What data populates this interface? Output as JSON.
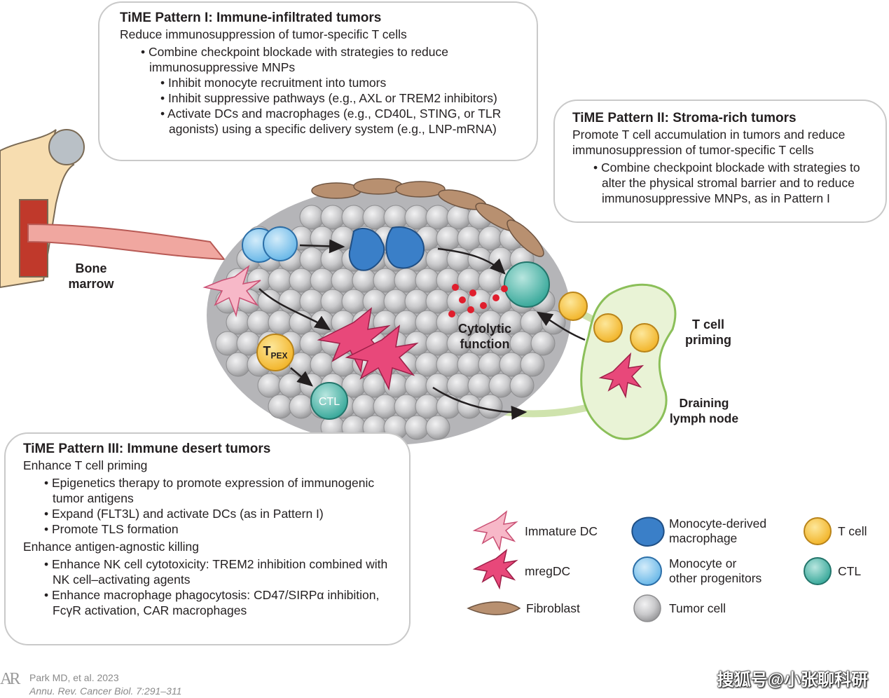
{
  "box1": {
    "title": "TiME Pattern I: Immune-infiltrated tumors",
    "line1": "Reduce immunosuppression of tumor-specific T cells",
    "b1": "• Combine checkpoint blockade with strategies to reduce immunosuppressive MNPs",
    "b2": "• Inhibit monocyte recruitment into tumors",
    "b3": "• Inhibit suppressive pathways (e.g., AXL or TREM2 inhibitors)",
    "b4": "• Activate DCs and macrophages (e.g., CD40L, STING, or TLR agonists) using a specific delivery system (e.g., LNP-mRNA)"
  },
  "box2": {
    "title": "TiME Pattern II: Stroma-rich tumors",
    "line1": "Promote T cell accumulation in tumors and reduce immunosuppression of tumor-specific T cells",
    "b1": "• Combine checkpoint blockade with strategies to alter the physical stromal barrier and to reduce immunosuppressive MNPs, as in Pattern I"
  },
  "box3": {
    "title": "TiME Pattern III: Immune desert tumors",
    "line1": "Enhance T cell priming",
    "b1": "• Epigenetics therapy to promote expression of immunogenic tumor antigens",
    "b2": "• Expand (FLT3L) and activate DCs (as in Pattern I)",
    "b3": "• Promote TLS formation",
    "line2": "Enhance antigen-agnostic killing",
    "b4": "• Enhance NK cell cytotoxicity: TREM2 inhibition combined with NK cell–activating agents",
    "b5": "• Enhance macrophage phagocytosis: CD47/SIRPα inhibition, FcγR activation, CAR macrophages"
  },
  "labels": {
    "bone_marrow_1": "Bone",
    "bone_marrow_2": "marrow",
    "cytolytic_1": "Cytolytic",
    "cytolytic_2": "function",
    "priming_1": "T cell",
    "priming_2": "priming",
    "lymph_1": "Draining",
    "lymph_2": "lymph node",
    "tpex_main": "T",
    "tpex_sub": "PEX",
    "ctl": "CTL"
  },
  "legend": {
    "immature_dc": "Immature DC",
    "mregdc": "mregDC",
    "fibroblast": "Fibroblast",
    "macrophage_1": "Monocyte-derived",
    "macrophage_2": "macrophage",
    "monocyte_1": "Monocyte or",
    "monocyte_2": "other progenitors",
    "tumor_cell": "Tumor cell",
    "t_cell": "T cell",
    "ctl": "CTL"
  },
  "citation": {
    "authors": "Park MD, et al. 2023",
    "journal": "Annu. Rev. Cancer Biol. 7:291–311"
  },
  "logo": "AR",
  "watermark": "搜狐号@小张聊科研",
  "colors": {
    "tumor_gray": "#c9c9cb",
    "dc_pink": "#e8487a",
    "immature_pink": "#f7b8c8",
    "macrophage_blue": "#3a7fc8",
    "monocyte_blue": "#5fb3e6",
    "t_cell_yellow": "#f6c443",
    "ctl_teal": "#3fb3a5",
    "lymph_green": "#e9f3d6",
    "fibroblast_tan": "#b89070",
    "vessel_red": "#e98a86"
  }
}
